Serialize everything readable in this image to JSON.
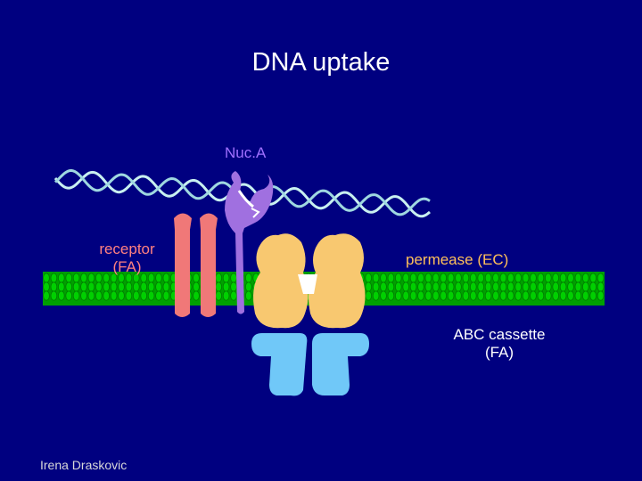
{
  "title": "DNA uptake",
  "labels": {
    "nuc": "Nuc.A",
    "receptor_line1": "receptor",
    "receptor_line2": "(FA)",
    "permease": "permease (EC)",
    "abc_line1": "ABC cassette",
    "abc_line2": "(FA)"
  },
  "author": "Irena Draskovic",
  "colors": {
    "background": "#000080",
    "membrane": "#00c000",
    "receptor": "#f07878",
    "nuclease": "#a070e0",
    "permease": "#f8c870",
    "abc_cassette": "#70c8f8",
    "dna": "#c8f0f0"
  }
}
